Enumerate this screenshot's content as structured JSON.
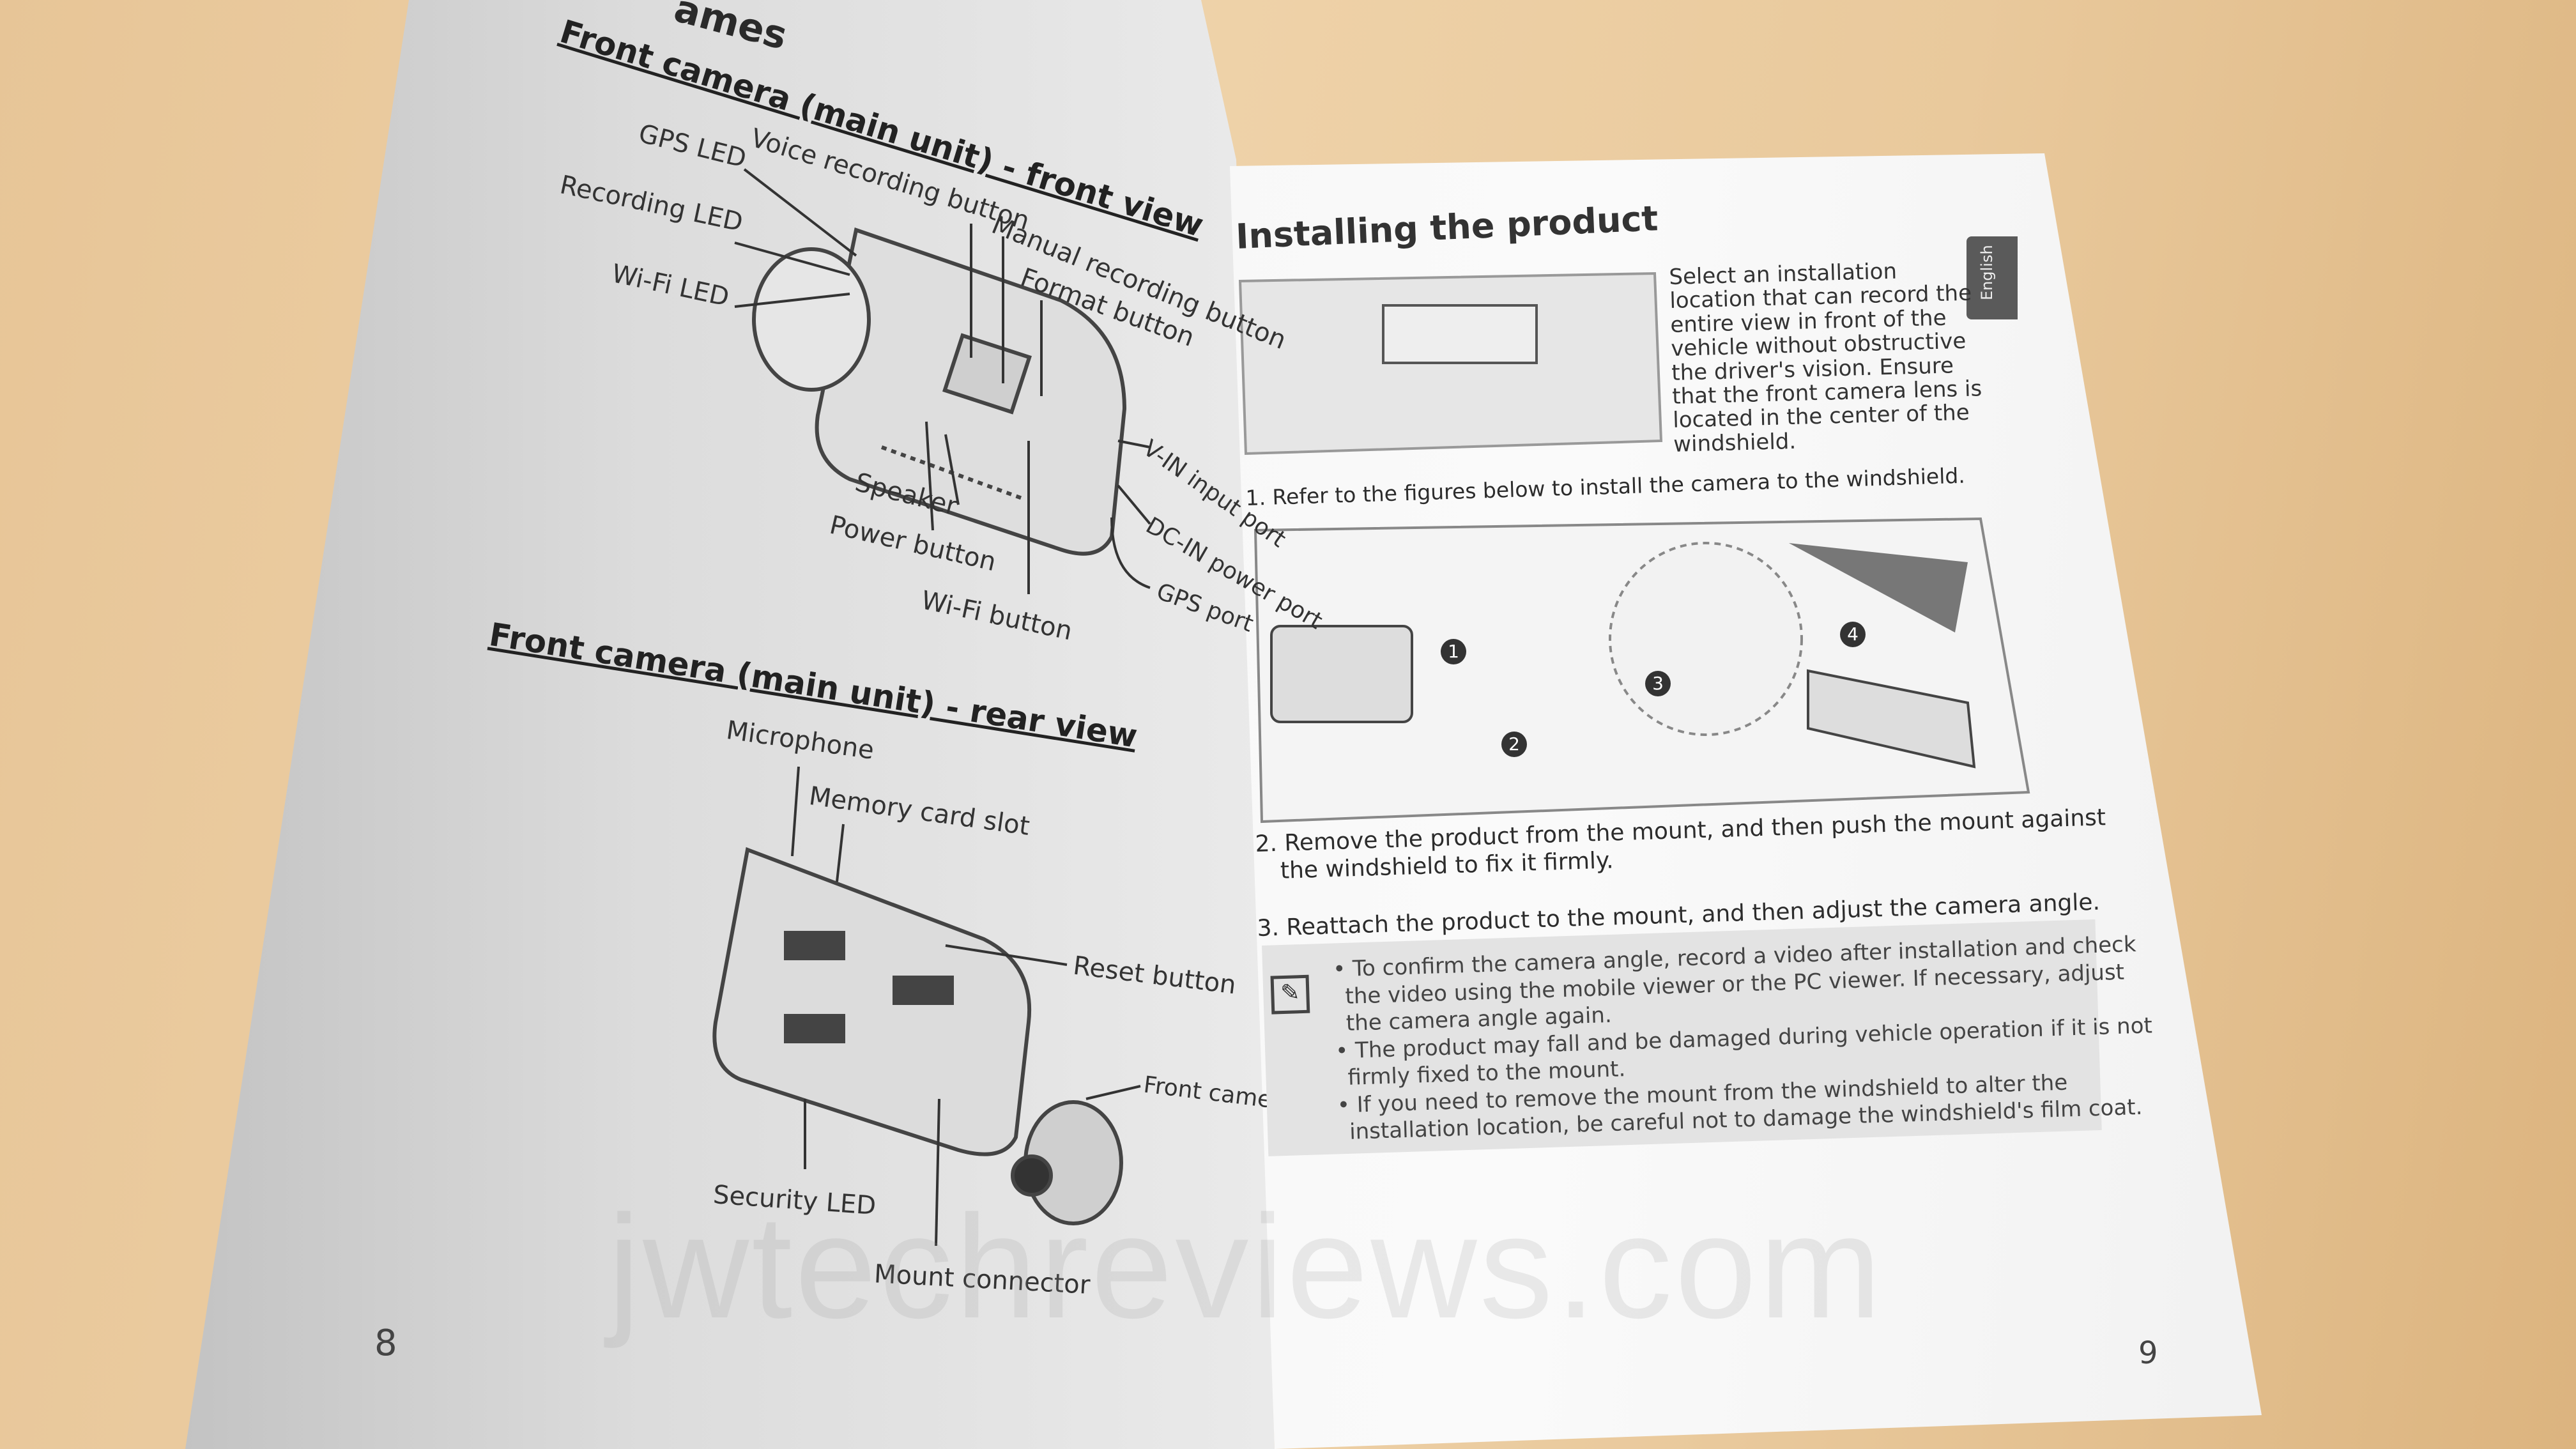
{
  "left_page": {
    "heading_partial": "ames",
    "front_view_title": "Front camera (main unit) - front view",
    "front_labels": {
      "gps_led": "GPS LED",
      "voice_recording_button": "Voice recording button",
      "recording_led": "Recording LED",
      "manual_recording_button": "Manual recording button",
      "format_button": "Format button",
      "wifi_led": "Wi-Fi LED",
      "vin_input_port": "V-IN input port",
      "dcin_power_port": "DC-IN power port",
      "speaker": "Speaker",
      "power_button": "Power button",
      "gps_port": "GPS port",
      "wifi_button": "Wi-Fi button"
    },
    "rear_view_title": "Front camera (main unit) - rear view",
    "rear_labels": {
      "microphone": "Microphone",
      "memory_card_slot": "Memory card slot",
      "reset_button": "Reset button",
      "front_camera_lens": "Front camera lens",
      "security_led": "Security LED",
      "mount_connector": "Mount connector"
    },
    "page_number": "8"
  },
  "right_page": {
    "title": "Installing the product",
    "language_tab": "English",
    "intro": [
      "Select an installation",
      "location that can record the",
      "entire view in front of the",
      "vehicle without obstructive",
      "the driver's vision. Ensure",
      "that the front camera lens is",
      "located in the center of the",
      "windshield."
    ],
    "steps": [
      {
        "text": "1. Refer to the figures below to install the camera to the windshield."
      },
      {
        "line1": "2. Remove the product from the mount, and then push the mount against",
        "line2": "the windshield to fix it firmly."
      },
      {
        "text": "3. Reattach the product to the mount, and then adjust the camera angle."
      }
    ],
    "figure_markers": [
      "1",
      "2",
      "3",
      "4"
    ],
    "notes": [
      "• To confirm the camera angle, record a video after installation and check",
      "the video using the mobile viewer or the PC viewer. If necessary, adjust",
      "the camera angle again.",
      "• The product may fall and be damaged during vehicle operation if it is not",
      "firmly fixed to the mount.",
      "• If you need to remove the mount from the windshield to alter the",
      "installation location, be careful not to damage the windshield's film coat."
    ],
    "page_number": "9"
  },
  "watermark": "jwtechreviews.com"
}
